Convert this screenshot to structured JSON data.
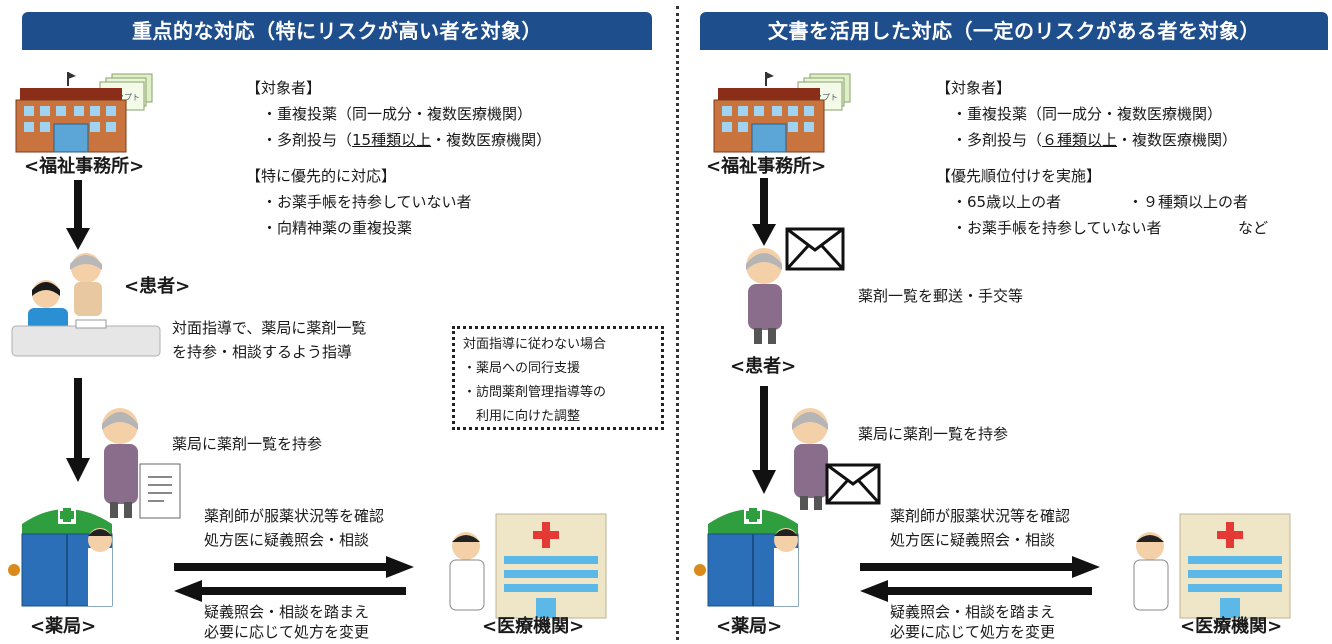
{
  "left": {
    "header": "重点的な対応（特にリスクが高い者を対象）",
    "welfare_label": "<福祉事務所>",
    "receipt_text": "レセプト",
    "target_title": "【対象者】",
    "target_items": [
      "・重複投薬（同一成分・複数医療機関）"
    ],
    "target_item2_pre": "・多剤投与（",
    "target_item2_u": "15種類以上",
    "target_item2_post": "・複数医療機関）",
    "priority_title": "【特に優先的に対応】",
    "priority_items": [
      "・お薬手帳を持参していない者",
      "・向精神薬の重複投薬"
    ],
    "patient_label": "<患者>",
    "guidance_lines": [
      "対面指導で、薬局に薬剤一覧",
      "を持参・相談するよう指導"
    ],
    "note_lines": [
      "対面指導に従わない場合",
      "・薬局への同行支援",
      "・訪問薬剤管理指導等の",
      "　利用に向けた調整"
    ],
    "bring_text": "薬局に薬剤一覧を持参",
    "pharmacy_label": "<薬局>",
    "medical_label": "<医療機関>",
    "arrow_right_lines": [
      "薬剤師が服薬状況等を確認",
      "処方医に疑義照会・相談"
    ],
    "arrow_left_lines": [
      "疑義照会・相談を踏まえ",
      "必要に応じて処方を変更"
    ]
  },
  "right": {
    "header": "文書を活用した対応（一定のリスクがある者を対象）",
    "welfare_label": "<福祉事務所>",
    "receipt_text": "レセプト",
    "target_title": "【対象者】",
    "target_items": [
      "・重複投薬（同一成分・複数医療機関）"
    ],
    "target_item2_pre": "・多剤投与（",
    "target_item2_u": "６種類以上",
    "target_item2_post": "・複数医療機関）",
    "priority_title": "【優先順位付けを実施】",
    "priority_row1_a": "・65歳以上の者",
    "priority_row1_b": "・９種類以上の者",
    "priority_row2_a": "・お薬手帳を持参していない者",
    "priority_row2_b": "など",
    "mail_text": "薬剤一覧を郵送・手交等",
    "patient_label": "<患者>",
    "bring_text": "薬局に薬剤一覧を持参",
    "pharmacy_label": "<薬局>",
    "medical_label": "<医療機関>",
    "arrow_right_lines": [
      "薬剤師が服薬状況等を確認",
      "処方医に疑義照会・相談"
    ],
    "arrow_left_lines": [
      "疑義照会・相談を踏まえ",
      "必要に応じて処方を変更"
    ]
  },
  "colors": {
    "header_bg": "#1f4e8c",
    "building_brown": "#a0522d",
    "pharmacy_green": "#2e9e3e",
    "pharmacy_blue": "#2b6fb8",
    "hospital_beige": "#efe6c8",
    "hospital_window": "#5cb8e6",
    "cross_red": "#e53935"
  }
}
